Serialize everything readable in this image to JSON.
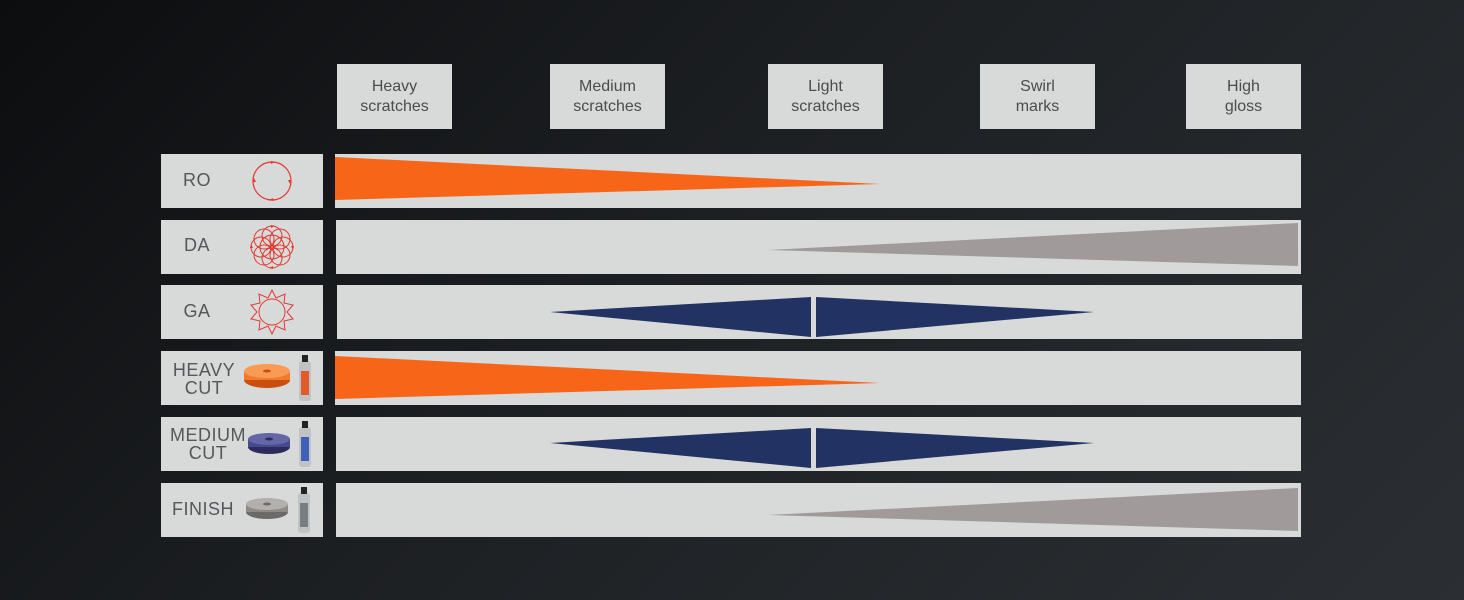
{
  "columns": [
    {
      "label": "Heavy\nscratches"
    },
    {
      "label": "Medium\nscratches"
    },
    {
      "label": "Light\nscratches"
    },
    {
      "label": "Swirl\nmarks"
    },
    {
      "label": "High\ngloss"
    }
  ],
  "rows": [
    {
      "label": "RO",
      "icon": "rotary-orbit-icon",
      "shape": "wedge-left",
      "color": "#f76519"
    },
    {
      "label": "DA",
      "icon": "dual-action-orbit-icon",
      "shape": "wedge-right",
      "color": "#a09a9a"
    },
    {
      "label": "GA",
      "icon": "gear-action-orbit-icon",
      "shape": "diamond-center",
      "color": "#213263"
    },
    {
      "label": "HEAVY\nCUT",
      "icon": "orange-pad-and-bottle-icon",
      "shape": "wedge-left",
      "color": "#f76519"
    },
    {
      "label": "MEDIUM\nCUT",
      "icon": "blue-pad-and-bottle-icon",
      "shape": "diamond-center",
      "color": "#213263"
    },
    {
      "label": "FINISH",
      "icon": "gray-pad-and-bottle-icon",
      "shape": "wedge-right",
      "color": "#a09a9a"
    }
  ],
  "colors": {
    "background": "#1d2023",
    "panel": "#d7dad9",
    "orange": "#f76519",
    "navy": "#213263",
    "gray": "#a09a9a",
    "icon_red": "#e2372f"
  }
}
